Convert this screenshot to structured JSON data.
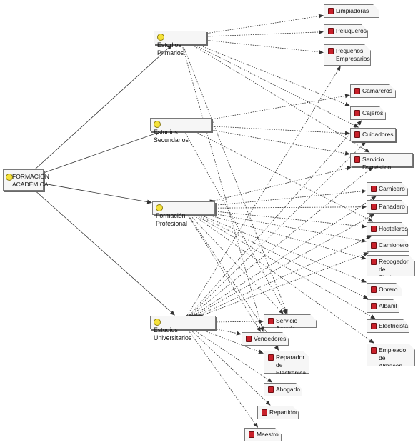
{
  "diagram": {
    "root": {
      "id": "root",
      "label": "FORMACIÓN\nACADÉMICA",
      "icon": "concept-icon"
    },
    "categories": [
      {
        "id": "primarios",
        "label": "Estudios Primarios",
        "icon": "concept-icon"
      },
      {
        "id": "secundarios",
        "label": "Estudios Secundarios",
        "icon": "concept-icon"
      },
      {
        "id": "profesional",
        "label": "Formación Profesional",
        "icon": "concept-icon"
      },
      {
        "id": "universitarios",
        "label": "Estudios Universitarios",
        "icon": "concept-icon"
      }
    ],
    "jobs": [
      {
        "id": "limpiadoras",
        "label": "Limpiadoras",
        "icon": "job-icon"
      },
      {
        "id": "peluqueros",
        "label": "Peluqueros",
        "icon": "job-icon"
      },
      {
        "id": "pequenos",
        "label": "Pequeños\nEmpresarios",
        "icon": "job-icon"
      },
      {
        "id": "camareros",
        "label": "Camareros",
        "icon": "job-icon"
      },
      {
        "id": "cajeros",
        "label": "Cajeros",
        "icon": "job-icon"
      },
      {
        "id": "cuidadores",
        "label": "Cuidadores",
        "icon": "job-icon"
      },
      {
        "id": "domestico",
        "label": "Servicio Doméstico",
        "icon": "job-icon"
      },
      {
        "id": "carnicero",
        "label": "Carnicero",
        "icon": "job-icon"
      },
      {
        "id": "panadero",
        "label": "Panadero",
        "icon": "job-icon"
      },
      {
        "id": "hosteleros",
        "label": "Hosteleros",
        "icon": "job-icon"
      },
      {
        "id": "camionero",
        "label": "Camionero",
        "icon": "job-icon"
      },
      {
        "id": "recogedor",
        "label": "Recogedor de\nChatarra",
        "icon": "job-icon"
      },
      {
        "id": "obrero",
        "label": "Obrero",
        "icon": "job-icon"
      },
      {
        "id": "albanil",
        "label": "Albañil",
        "icon": "job-icon"
      },
      {
        "id": "electricista",
        "label": "Electricista",
        "icon": "job-icon"
      },
      {
        "id": "almacen",
        "label": "Empleado de\nAlmacén",
        "icon": "job-icon"
      },
      {
        "id": "agrario",
        "label": "Servicio Agrario",
        "icon": "job-icon"
      },
      {
        "id": "vendedores",
        "label": "Vendedores",
        "icon": "job-icon"
      },
      {
        "id": "reparador",
        "label": "Reparador de\nElectrónica",
        "icon": "job-icon"
      },
      {
        "id": "abogado",
        "label": "Abogado",
        "icon": "job-icon"
      },
      {
        "id": "repartidor",
        "label": "Repartidor",
        "icon": "job-icon"
      },
      {
        "id": "maestro",
        "label": "Maestro",
        "icon": "job-icon"
      }
    ],
    "edges": [
      {
        "from": "root",
        "to": "primarios",
        "style": "solid"
      },
      {
        "from": "root",
        "to": "secundarios",
        "style": "solid"
      },
      {
        "from": "root",
        "to": "profesional",
        "style": "solid"
      },
      {
        "from": "root",
        "to": "universitarios",
        "style": "solid"
      },
      {
        "from": "primarios",
        "to": "limpiadoras",
        "style": "dotted"
      },
      {
        "from": "primarios",
        "to": "peluqueros",
        "style": "dotted"
      },
      {
        "from": "primarios",
        "to": "pequenos",
        "style": "dotted"
      },
      {
        "from": "primarios",
        "to": "cajeros",
        "style": "dotted"
      },
      {
        "from": "primarios",
        "to": "cuidadores",
        "style": "dotted"
      },
      {
        "from": "primarios",
        "to": "domestico",
        "style": "dotted"
      },
      {
        "from": "primarios",
        "to": "agrario",
        "style": "dotted"
      },
      {
        "from": "primarios",
        "to": "vendedores",
        "style": "dotted"
      },
      {
        "from": "secundarios",
        "to": "camareros",
        "style": "dotted"
      },
      {
        "from": "secundarios",
        "to": "cuidadores",
        "style": "dotted"
      },
      {
        "from": "secundarios",
        "to": "domestico",
        "style": "dotted"
      },
      {
        "from": "secundarios",
        "to": "hosteleros",
        "style": "dotted"
      },
      {
        "from": "secundarios",
        "to": "agrario",
        "style": "dotted"
      },
      {
        "from": "profesional",
        "to": "domestico",
        "style": "dotted"
      },
      {
        "from": "profesional",
        "to": "carnicero",
        "style": "dotted"
      },
      {
        "from": "profesional",
        "to": "panadero",
        "style": "dotted"
      },
      {
        "from": "profesional",
        "to": "hosteleros",
        "style": "dotted"
      },
      {
        "from": "profesional",
        "to": "camionero",
        "style": "dotted"
      },
      {
        "from": "profesional",
        "to": "recogedor",
        "style": "dotted"
      },
      {
        "from": "profesional",
        "to": "obrero",
        "style": "dotted"
      },
      {
        "from": "profesional",
        "to": "albanil",
        "style": "dotted"
      },
      {
        "from": "profesional",
        "to": "electricista",
        "style": "dotted"
      },
      {
        "from": "profesional",
        "to": "almacen",
        "style": "dotted"
      },
      {
        "from": "profesional",
        "to": "agrario",
        "style": "dotted"
      },
      {
        "from": "profesional",
        "to": "reparador",
        "style": "dotted"
      },
      {
        "from": "profesional",
        "to": "vendedores",
        "style": "dotted"
      },
      {
        "from": "universitarios",
        "to": "pequenos",
        "style": "dotted"
      },
      {
        "from": "universitarios",
        "to": "cajeros",
        "style": "dotted"
      },
      {
        "from": "universitarios",
        "to": "cuidadores",
        "style": "dotted"
      },
      {
        "from": "universitarios",
        "to": "domestico",
        "style": "dotted"
      },
      {
        "from": "universitarios",
        "to": "carnicero",
        "style": "dotted"
      },
      {
        "from": "universitarios",
        "to": "panadero",
        "style": "dotted"
      },
      {
        "from": "universitarios",
        "to": "hosteleros",
        "style": "dotted"
      },
      {
        "from": "universitarios",
        "to": "camionero",
        "style": "dotted"
      },
      {
        "from": "universitarios",
        "to": "agrario",
        "style": "dotted"
      },
      {
        "from": "universitarios",
        "to": "vendedores",
        "style": "dotted"
      },
      {
        "from": "universitarios",
        "to": "reparador",
        "style": "dotted"
      },
      {
        "from": "universitarios",
        "to": "abogado",
        "style": "dotted"
      },
      {
        "from": "universitarios",
        "to": "repartidor",
        "style": "dotted"
      },
      {
        "from": "universitarios",
        "to": "maestro",
        "style": "dotted"
      }
    ]
  }
}
